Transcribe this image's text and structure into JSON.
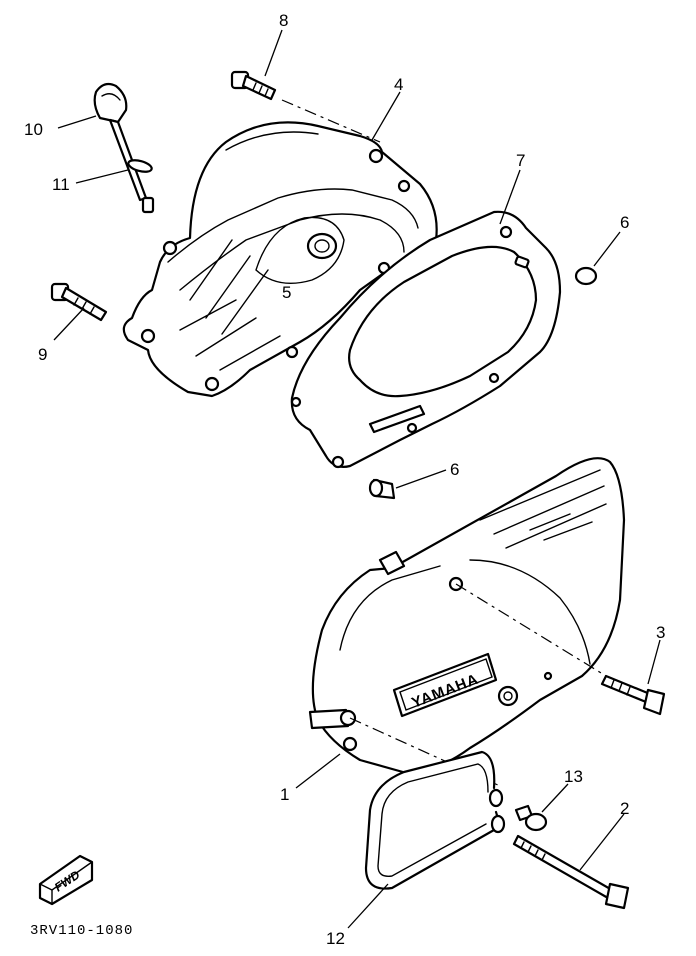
{
  "callouts": {
    "c1": "1",
    "c2": "2",
    "c3": "3",
    "c4": "4",
    "c5": "5",
    "c6a": "6",
    "c6b": "6",
    "c7": "7",
    "c8": "8",
    "c9": "9",
    "c10": "10",
    "c11": "11",
    "c12": "12",
    "c13": "13"
  },
  "emblem_text": "YAMAHA",
  "direction_mark": "FWD",
  "drawing_code": "3RV110-1080"
}
